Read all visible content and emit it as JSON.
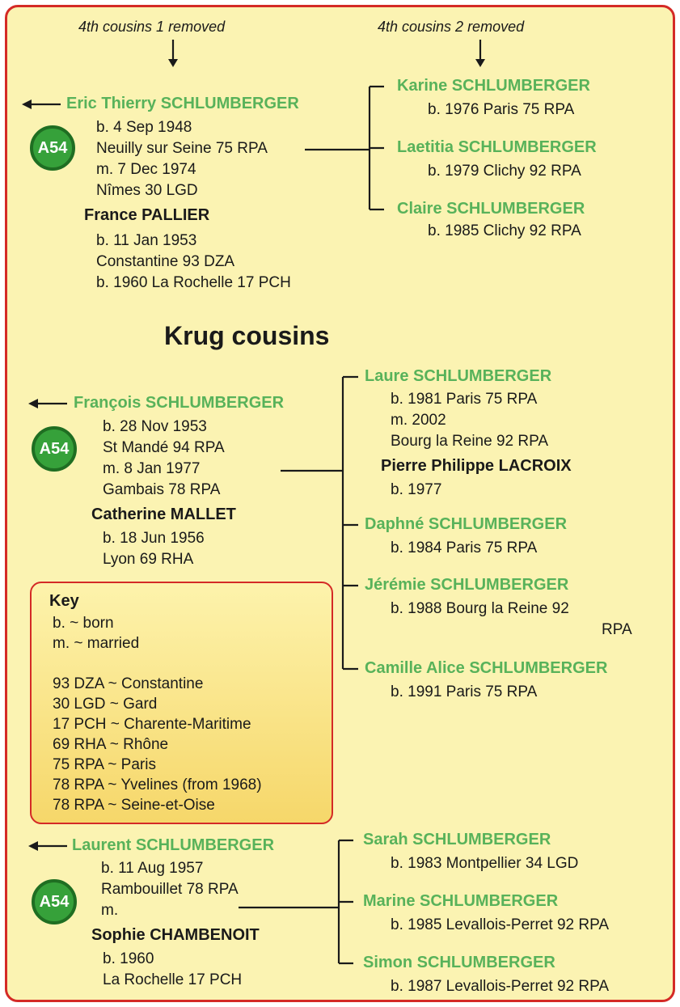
{
  "header": {
    "gen_left": "4th cousins 1 removed",
    "gen_right": "4th cousins 2 removed"
  },
  "badge_label": "A54",
  "section_title": "Krug cousins",
  "families": [
    {
      "head": "Eric Thierry SCHLUMBERGER",
      "head_lines": [
        "b. 4 Sep 1948",
        "Neuilly sur Seine 75 RPA",
        "m. 7 Dec 1974",
        "Nîmes 30 LGD"
      ],
      "spouse": "France PALLIER",
      "spouse_lines": [
        "b. 11 Jan 1953",
        "Constantine 93 DZA",
        "b. 1960 La Rochelle 17 PCH"
      ],
      "children": [
        {
          "name": "Karine SCHLUMBERGER",
          "lines": [
            "b. 1976 Paris 75 RPA"
          ]
        },
        {
          "name": "Laetitia SCHLUMBERGER",
          "lines": [
            "b. 1979 Clichy 92 RPA"
          ]
        },
        {
          "name": "Claire SCHLUMBERGER",
          "lines": [
            "b. 1985 Clichy 92 RPA"
          ]
        }
      ]
    },
    {
      "head": "François SCHLUMBERGER",
      "head_lines": [
        "b. 28 Nov 1953",
        "St Mandé 94 RPA",
        "m. 8 Jan 1977",
        "Gambais 78 RPA"
      ],
      "spouse": "Catherine MALLET",
      "spouse_lines": [
        "b. 18 Jun 1956",
        "Lyon 69 RHA"
      ],
      "children": [
        {
          "name": "Laure SCHLUMBERGER",
          "lines": [
            "b. 1981 Paris 75 RPA",
            "m. 2002",
            "Bourg la Reine 92 RPA"
          ],
          "spouse": "Pierre Philippe LACROIX",
          "spouse_lines": [
            "b. 1977"
          ]
        },
        {
          "name": "Daphné SCHLUMBERGER",
          "lines": [
            "b. 1984 Paris 75 RPA"
          ]
        },
        {
          "name": "Jérémie SCHLUMBERGER",
          "lines": [
            "b. 1988 Bourg la Reine 92",
            "RPA"
          ]
        },
        {
          "name": "Camille Alice SCHLUMBERGER",
          "lines": [
            "b. 1991 Paris 75 RPA"
          ]
        }
      ]
    },
    {
      "head": "Laurent SCHLUMBERGER",
      "head_lines": [
        "b. 11 Aug 1957",
        "Rambouillet 78 RPA",
        "m."
      ],
      "spouse": "Sophie CHAMBENOIT",
      "spouse_lines": [
        "b. 1960",
        "La Rochelle 17 PCH"
      ],
      "children": [
        {
          "name": "Sarah SCHLUMBERGER",
          "lines": [
            "b. 1983 Montpellier 34 LGD"
          ]
        },
        {
          "name": "Marine SCHLUMBERGER",
          "lines": [
            "b. 1985 Levallois-Perret 92 RPA"
          ]
        },
        {
          "name": "Simon SCHLUMBERGER",
          "lines": [
            "b. 1987 Levallois-Perret 92 RPA"
          ]
        }
      ]
    }
  ],
  "key": {
    "title": "Key",
    "items": [
      "b. ~ born",
      "m. ~ married",
      "93 DZA ~ Constantine",
      "30 LGD ~ Gard",
      "17 PCH ~ Charente-Maritime",
      "69 RHA ~ Rhône",
      "75 RPA ~ Paris",
      "78 RPA ~ Yvelines (from 1968)",
      "78 RPA ~ Seine-et-Oise"
    ]
  },
  "colors": {
    "frame_border": "#d42a26",
    "background": "#fbf3b2",
    "name_green": "#58b25a",
    "badge_fill": "#36a13a",
    "badge_border": "#1f6e22",
    "text": "#1a1a1a"
  }
}
